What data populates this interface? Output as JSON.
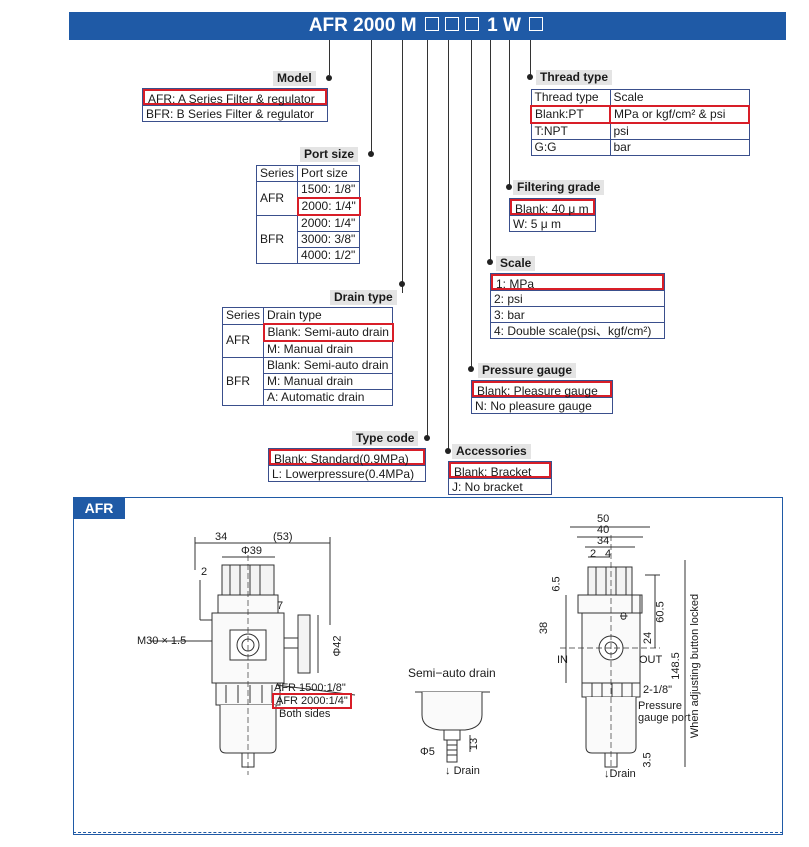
{
  "header": {
    "prefix": "AFR 2000 M",
    "mid": "1 W"
  },
  "model": {
    "label": "Model",
    "rows": [
      "AFR: A Series Filter & regulator",
      "BFR: B Series Filter & regulator"
    ]
  },
  "port_size": {
    "label": "Port size",
    "headers": [
      "Series",
      "Port size"
    ],
    "groups": [
      {
        "series": "AFR",
        "sizes": [
          "1500: 1/8\"",
          "2000: 1/4\""
        ]
      },
      {
        "series": "BFR",
        "sizes": [
          "2000: 1/4\"",
          "3000: 3/8\"",
          "4000: 1/2\""
        ]
      }
    ]
  },
  "drain_type": {
    "label": "Drain type",
    "headers": [
      "Series",
      "Drain type"
    ],
    "groups": [
      {
        "series": "AFR",
        "items": [
          "Blank: Semi-auto drain",
          "M: Manual drain"
        ]
      },
      {
        "series": "BFR",
        "items": [
          "Blank: Semi-auto drain",
          "M: Manual drain",
          "A: Automatic drain"
        ]
      }
    ]
  },
  "type_code": {
    "label": "Type code",
    "rows": [
      "Blank: Standard(0.9MPa)",
      "L: Lowerpressure(0.4MPa)"
    ]
  },
  "accessories": {
    "label": "Accessories",
    "rows": [
      "Blank: Bracket",
      "J: No bracket"
    ]
  },
  "pressure_gauge": {
    "label": "Pressure gauge",
    "rows": [
      "Blank: Pleasure gauge",
      "N: No pleasure gauge"
    ]
  },
  "scale": {
    "label": "Scale",
    "rows": [
      "1: MPa",
      "2: psi",
      "3: bar",
      "4: Double scale(psi、kgf/cm²)"
    ]
  },
  "filtering_grade": {
    "label": "Filtering grade",
    "rows": [
      "Blank: 40 μ m",
      "W: 5 μ m"
    ]
  },
  "thread_type": {
    "label": "Thread type",
    "rows": [
      [
        "Thread type",
        "Scale"
      ],
      [
        "Blank:PT",
        "MPa or  kgf/cm² & psi"
      ],
      [
        "T:NPT",
        "psi"
      ],
      [
        "G:G",
        "bar"
      ]
    ]
  },
  "afr_section": {
    "tag": "AFR",
    "front": {
      "dim_34": "34",
      "dim_53": "(53)",
      "dim_phi39": "Φ39",
      "dim_2": "2",
      "dim_7": "7",
      "dim_phi42": "Φ42",
      "thread": "M30 × 1.5",
      "port_1": "AFR 1500:1/8\"",
      "port_2": "AFR 2000:1/4\"",
      "port_3": "Both sides"
    },
    "drain": {
      "title": "Semi−auto drain",
      "phi5": "Φ5",
      "dim_13": "13",
      "drain_label": "Drain"
    },
    "side": {
      "dim_50": "50",
      "dim_40": "40",
      "dim_34": "34",
      "dim_2": "2",
      "dim_4": "4",
      "dim_6_5": "6.5",
      "dim_38": "38",
      "dim_60_5": "60.5",
      "dim_24": "24",
      "dim_148_5": "148.5",
      "dim_3_5": "3.5",
      "in": "IN",
      "out": "OUT",
      "gauge_thread": "2-1/8\"",
      "gauge_port_1": "Pressure",
      "gauge_port_2": "gauge port",
      "locked": "When adjusting button locked",
      "drain_label": "Drain",
      "phi_small": "Φ"
    }
  },
  "colors": {
    "accent": "#1f5aa6",
    "highlight": "#d81e28",
    "table_border": "#3a4f8c"
  }
}
